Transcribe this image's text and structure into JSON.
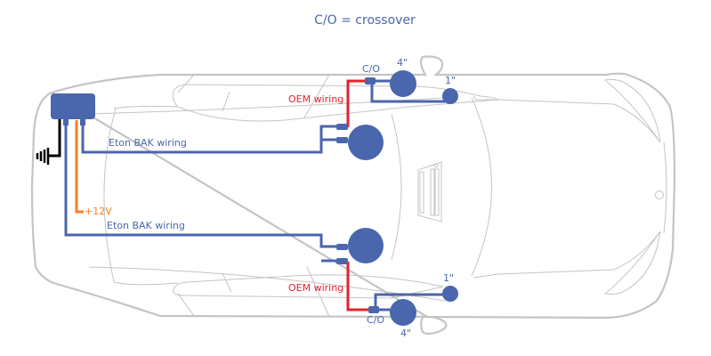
{
  "title": "C/O = crossover",
  "colors": {
    "speaker": "#4a66ad",
    "eton_wire": "#4a66ad",
    "oem_wire": "#e3222b",
    "power_wire": "#f27f28",
    "ground_wire": "#000000",
    "car_outline": "#c0c0c0",
    "title_text": "#4a66ad"
  },
  "labels": {
    "eton_wiring_top": "Eton BAK wiring",
    "eton_wiring_bottom": "Eton BAK wiring",
    "oem_wiring_top": "OEM wiring",
    "oem_wiring_bottom": "OEM wiring",
    "power": "+12V",
    "crossover_top": "C/O",
    "crossover_bottom": "C/O",
    "midrange_top": "4\"",
    "midrange_bottom": "4\"",
    "tweeter_top": "1\"",
    "tweeter_bottom": "1\""
  },
  "components": {
    "amplifier": "Eton BAK amplifier",
    "ground": "ground-symbol",
    "speakers": [
      {
        "id": "front-door-woofer-left",
        "type": "woofer"
      },
      {
        "id": "front-door-woofer-right",
        "type": "woofer"
      },
      {
        "id": "rear-midrange-top",
        "type": "midrange",
        "size": "4\""
      },
      {
        "id": "rear-midrange-bottom",
        "type": "midrange",
        "size": "4\""
      },
      {
        "id": "tweeter-top",
        "type": "tweeter",
        "size": "1\""
      },
      {
        "id": "tweeter-bottom",
        "type": "tweeter",
        "size": "1\""
      }
    ]
  }
}
